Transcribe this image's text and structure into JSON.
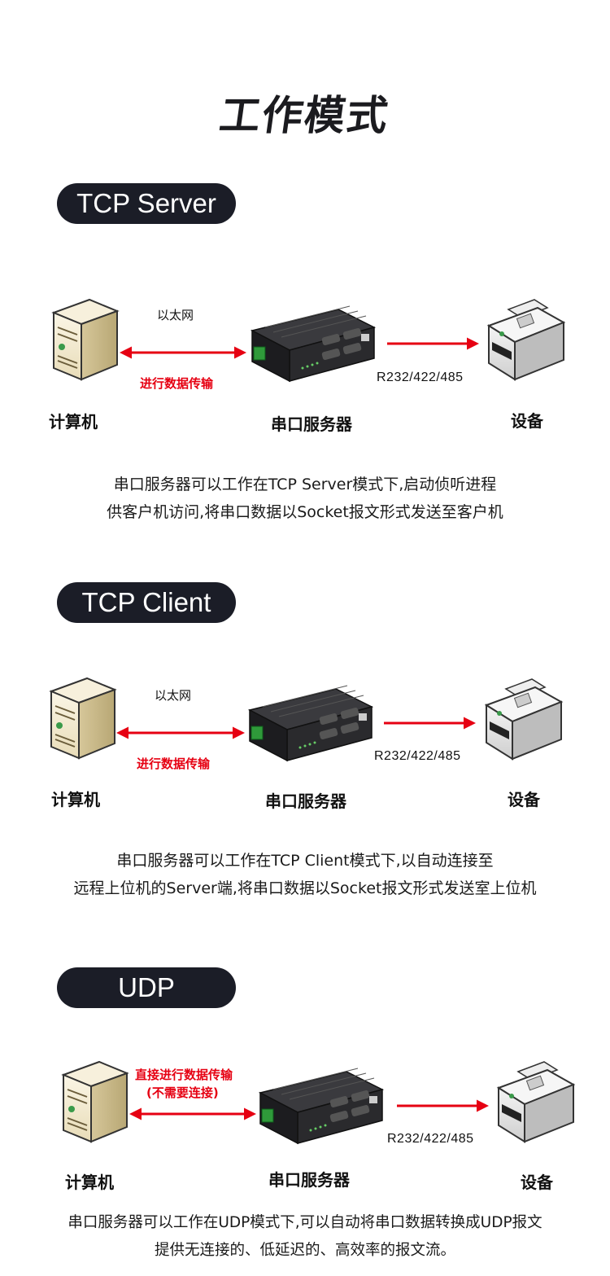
{
  "title": "工作模式",
  "colors": {
    "arrow": "#e60012",
    "pill_bg": "#1b1d27",
    "text": "#1a1a1a"
  },
  "sections": [
    {
      "mode": "TCP Server",
      "link_top": "以太网",
      "link_bottom": "进行数据传输",
      "protocol": "R232/422/485",
      "computer_label": "计算机",
      "server_label": "串口服务器",
      "device_label": "设备",
      "desc_line1": "串口服务器可以工作在TCP Server模式下,启动侦听进程",
      "desc_line2": "供客户机访问,将串口数据以Socket报文形式发送至客户机"
    },
    {
      "mode": "TCP Client",
      "link_top": "以太网",
      "link_bottom": "进行数据传输",
      "protocol": "R232/422/485",
      "computer_label": "计算机",
      "server_label": "串口服务器",
      "device_label": "设备",
      "desc_line1": "串口服务器可以工作在TCP Client模式下,以自动连接至",
      "desc_line2": "远程上位机的Server端,将串口数据以Socket报文形式发送室上位机"
    },
    {
      "mode": "UDP",
      "link_top_line1": "直接进行数据传输",
      "link_top_line2": "(不需要连接)",
      "protocol": "R232/422/485",
      "computer_label": "计算机",
      "server_label": "串口服务器",
      "device_label": "设备",
      "desc_line1": "串口服务器可以工作在UDP模式下,可以自动将串口数据转换成UDP报文",
      "desc_line2": "提供无连接的、低延迟的、高效率的报文流。"
    }
  ]
}
